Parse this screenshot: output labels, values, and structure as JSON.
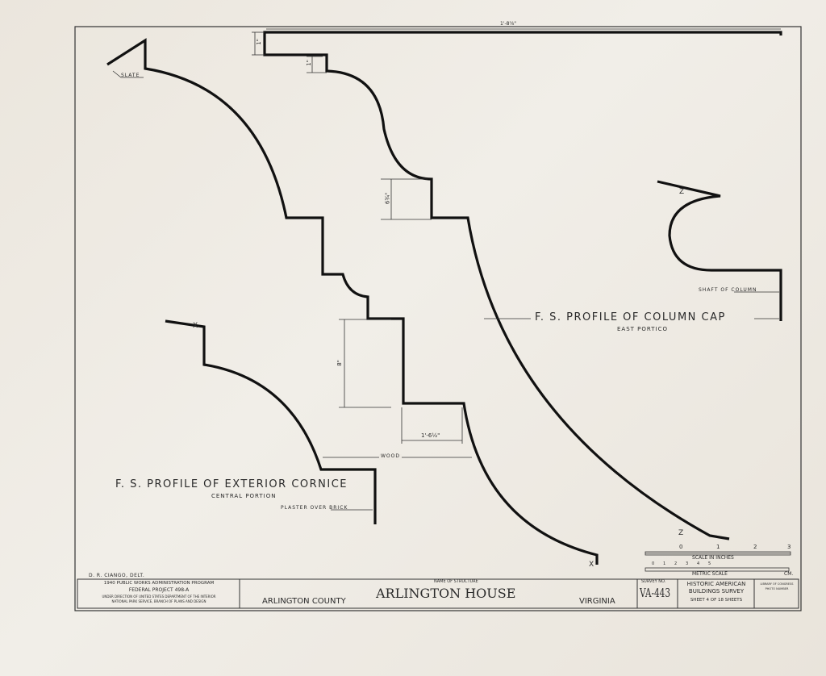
{
  "drawing": {
    "column_cap": {
      "title": "F. S. PROFILE OF COLUMN CAP",
      "subtitle": "EAST PORTICO",
      "note_shaft": "SHAFT OF COLUMN",
      "marker": "Z"
    },
    "exterior_cornice": {
      "title": "F. S. PROFILE OF EXTERIOR CORNICE",
      "subtitle": "CENTRAL PORTION",
      "note_plaster": "PLASTER OVER BRICK",
      "note_wood": "WOOD",
      "note_slate": "SLATE",
      "marker": "X"
    },
    "dimensions": {
      "top_width": "1'-8⅝\"",
      "top_step": "1\"",
      "second_step": "1\"",
      "mid_height": "6¾\"",
      "lower_height": "8\"",
      "lower_width": "1'-6½\""
    },
    "end_markers": {
      "x_bottom": "X",
      "z_bottom": "Z"
    }
  },
  "scales": {
    "inches_label": "SCALE IN INCHES",
    "inches_ticks": [
      "0",
      "1",
      "2",
      "3"
    ],
    "metric_label": "METRIC SCALE",
    "metric_ticks": [
      "0",
      "1",
      "2",
      "3",
      "4",
      "5"
    ],
    "metric_unit": "CM."
  },
  "title_block": {
    "delineator": "D. R. CIANGO, DELT.",
    "program": "1940 PUBLIC WORKS ADMINISTRATION PROGRAM",
    "project": "FEDERAL PROJECT 498-A",
    "direction_1": "UNDER DIRECTION OF UNITED STATES DEPARTMENT OF THE INTERIOR",
    "direction_2": "NATIONAL PARK SERVICE, BRANCH OF PLANS AND DESIGN",
    "name_label": "NAME OF STRUCTURE",
    "structure_name": "ARLINGTON HOUSE",
    "county": "ARLINGTON   COUNTY",
    "state": "VIRGINIA",
    "survey_label": "SURVEY NO.",
    "survey_no": "VA-443",
    "survey_org_1": "HISTORIC AMERICAN",
    "survey_org_2": "BUILDINGS SURVEY",
    "sheet": "SHEET 4 OF 18 SHEETS",
    "loc_1": "LIBRARY OF CONGRESS",
    "loc_2": "PHOTO NUMBER"
  }
}
